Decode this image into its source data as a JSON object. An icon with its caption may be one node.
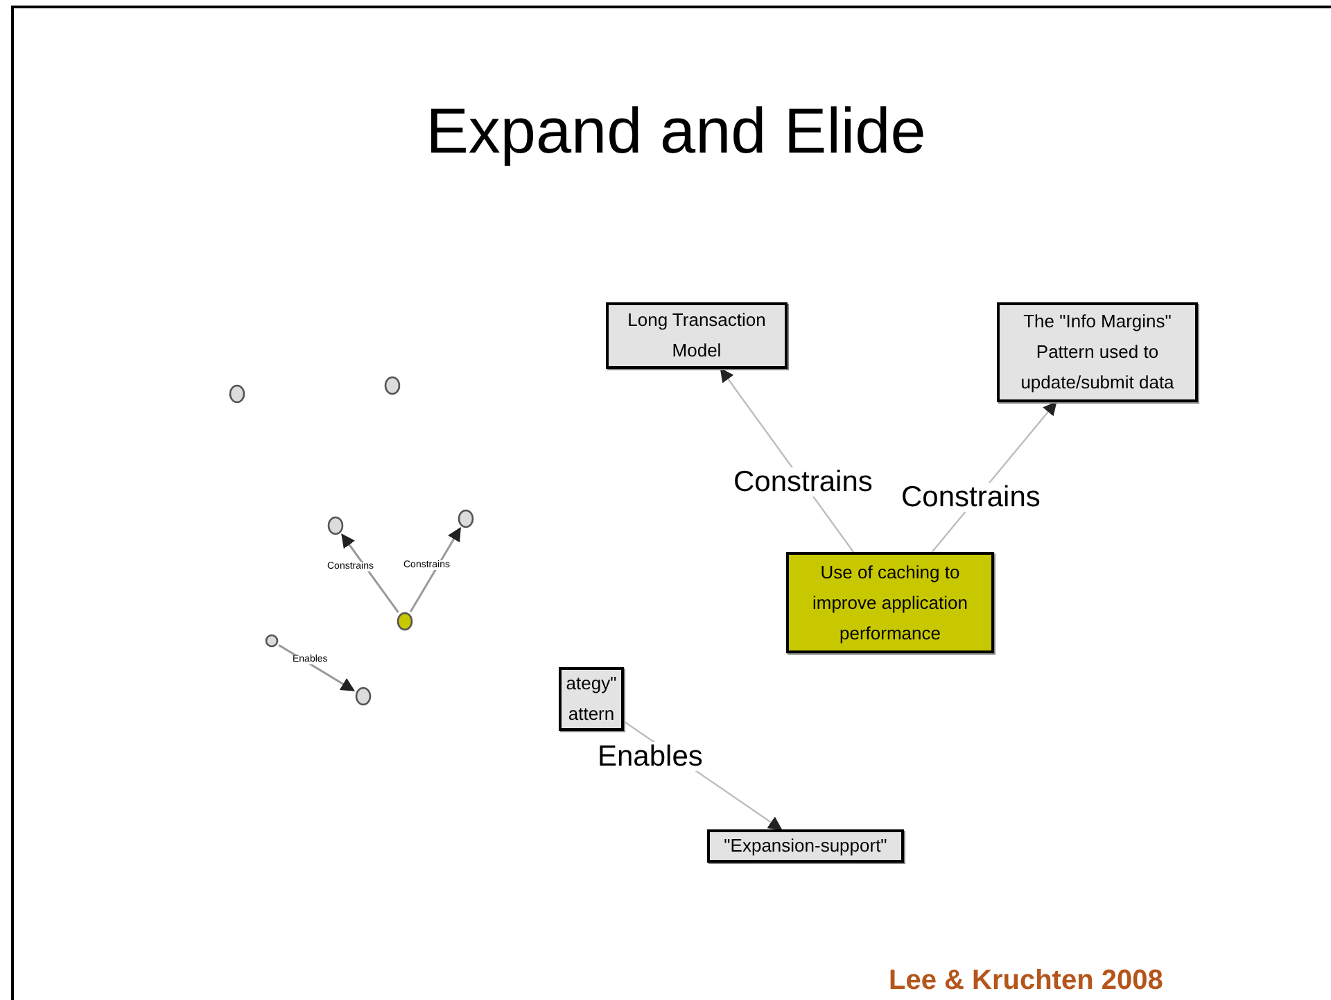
{
  "diagram": {
    "title": "Expand and Elide",
    "caption": "Lee & Kruchten 2008",
    "nodes": [
      {
        "text": [],
        "shape": "circle"
      },
      {
        "text": [],
        "shape": "circle"
      },
      {
        "text": [],
        "shape": "circle"
      },
      {
        "text": [],
        "shape": "circle"
      },
      {
        "text": [],
        "shape": "circle"
      },
      {
        "text": [],
        "shape": "circle"
      },
      {
        "text": [],
        "shape": "circle"
      },
      {
        "text": [
          "Long Transaction Model"
        ]
      },
      {
        "text": [
          "The \"Info Margins\" Pattern used to update/submit data"
        ]
      },
      {
        "text": [
          "Use of caching to improve application performance"
        ]
      },
      {
        "text": [
          "ategy\" attern"
        ]
      },
      {
        "text": [
          "\"Expansion-support\""
        ]
      }
    ],
    "edges": [
      {
        "from": 4,
        "to": 2,
        "arrow": "to",
        "label": "Constrains"
      },
      {
        "from": 4,
        "to": 3,
        "arrow": "to",
        "label": "Constrains"
      },
      {
        "from": 5,
        "to": 6,
        "arrow": "to",
        "label": "Enables"
      },
      {
        "from": 9,
        "to": 7,
        "arrow": "to",
        "label": "Constrains"
      },
      {
        "from": 9,
        "to": 8,
        "arrow": "to",
        "label": "Constrains"
      },
      {
        "from": 10,
        "to": 11,
        "arrow": "to",
        "label": "Enables"
      }
    ]
  }
}
